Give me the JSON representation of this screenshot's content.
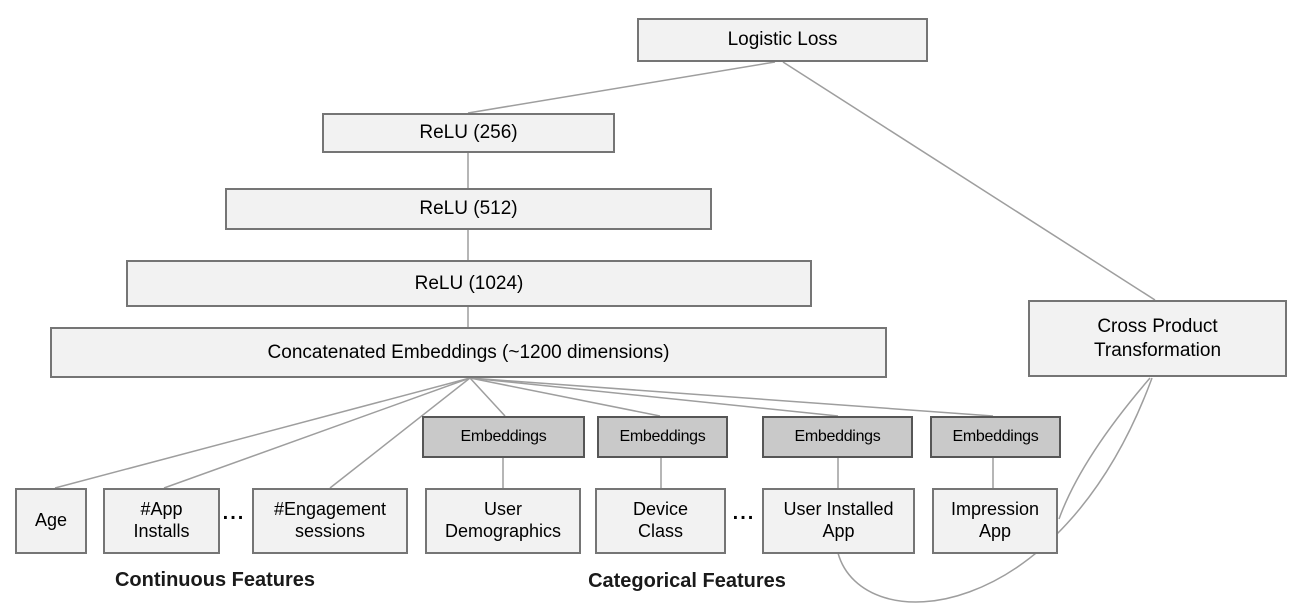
{
  "diagram": {
    "nodes": {
      "logistic_loss": {
        "label": "Logistic Loss"
      },
      "relu_256": {
        "label": "ReLU (256)"
      },
      "relu_512": {
        "label": "ReLU (512)"
      },
      "relu_1024": {
        "label": "ReLU (1024)"
      },
      "concat_embeddings": {
        "label": "Concatenated Embeddings (~1200 dimensions)"
      },
      "cross_product": {
        "line1": "Cross Product",
        "line2": "Transformation"
      },
      "embeddings_1": {
        "label": "Embeddings"
      },
      "embeddings_2": {
        "label": "Embeddings"
      },
      "embeddings_3": {
        "label": "Embeddings"
      },
      "embeddings_4": {
        "label": "Embeddings"
      },
      "age": {
        "line1": "Age"
      },
      "app_installs": {
        "line1": "#App",
        "line2": "Installs"
      },
      "engagement_sessions": {
        "line1": "#Engagement",
        "line2": "sessions"
      },
      "user_demographics": {
        "line1": "User",
        "line2": "Demographics"
      },
      "device_class": {
        "line1": "Device",
        "line2": "Class"
      },
      "user_installed_app": {
        "line1": "User Installed",
        "line2": "App"
      },
      "impression_app": {
        "line1": "Impression",
        "line2": "App"
      }
    },
    "ellipsis": "...",
    "group_labels": {
      "continuous": "Continuous Features",
      "categorical": "Categorical Features"
    },
    "edges": [
      {
        "from": "logistic_loss",
        "to": "relu_256"
      },
      {
        "from": "logistic_loss",
        "to": "cross_product"
      },
      {
        "from": "relu_256",
        "to": "relu_512"
      },
      {
        "from": "relu_512",
        "to": "relu_1024"
      },
      {
        "from": "relu_1024",
        "to": "concat_embeddings"
      },
      {
        "from": "concat_embeddings",
        "to": "age"
      },
      {
        "from": "concat_embeddings",
        "to": "app_installs"
      },
      {
        "from": "concat_embeddings",
        "to": "engagement_sessions"
      },
      {
        "from": "concat_embeddings",
        "to": "embeddings_1"
      },
      {
        "from": "concat_embeddings",
        "to": "embeddings_2"
      },
      {
        "from": "concat_embeddings",
        "to": "embeddings_3"
      },
      {
        "from": "concat_embeddings",
        "to": "embeddings_4"
      },
      {
        "from": "embeddings_1",
        "to": "user_demographics"
      },
      {
        "from": "embeddings_2",
        "to": "device_class"
      },
      {
        "from": "embeddings_3",
        "to": "user_installed_app"
      },
      {
        "from": "embeddings_4",
        "to": "impression_app"
      },
      {
        "from": "user_installed_app",
        "to": "cross_product"
      },
      {
        "from": "impression_app",
        "to": "cross_product"
      }
    ],
    "colors": {
      "box_fill": "#f2f2f2",
      "box_border": "#757575",
      "embedding_fill": "#c9c9c9",
      "embedding_border": "#565656",
      "connector": "#9e9e9e",
      "text": "#000000"
    }
  }
}
